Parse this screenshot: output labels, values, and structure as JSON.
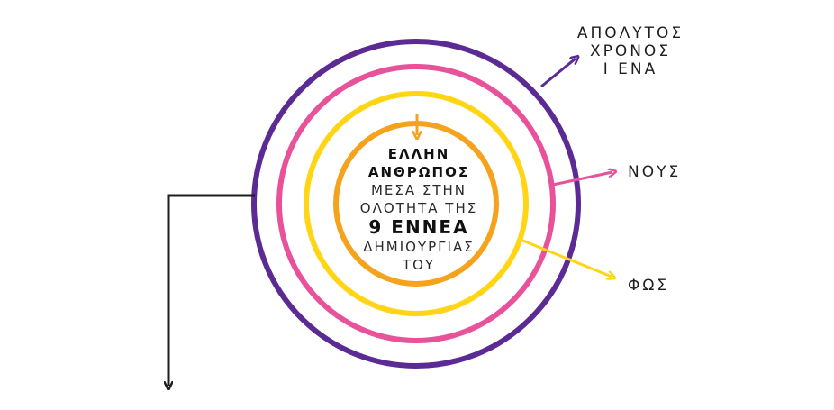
{
  "colors": {
    "purple": "#5b2a93",
    "pink": "#e8529b",
    "yellow": "#ffd516",
    "orange": "#f5a21c",
    "black": "#1e1e1e"
  },
  "labels": {
    "outer": [
      "ΑΠΟΛΥΤΟΣ",
      "ΧΡΟΝΟΣ",
      "Ι ΕΝΑ"
    ],
    "pink": "ΝΟΥΣ",
    "yellow": "ΦΩΣ"
  },
  "center_text": {
    "line1": "ΕΛΛΗΝ",
    "line2": "ΑΝΘΡΩΠΟΣ",
    "line3": "ΜΕΣΑ ΣΤΗΝ",
    "line4": "ΟΛΟΤΗΤΑ ΤΗΣ",
    "line5": "9 ΕΝΝΕΑ",
    "line6": "ΔΗΜΙΟΥΡΓΙΑΣ",
    "line7": "ΤΟΥ"
  }
}
